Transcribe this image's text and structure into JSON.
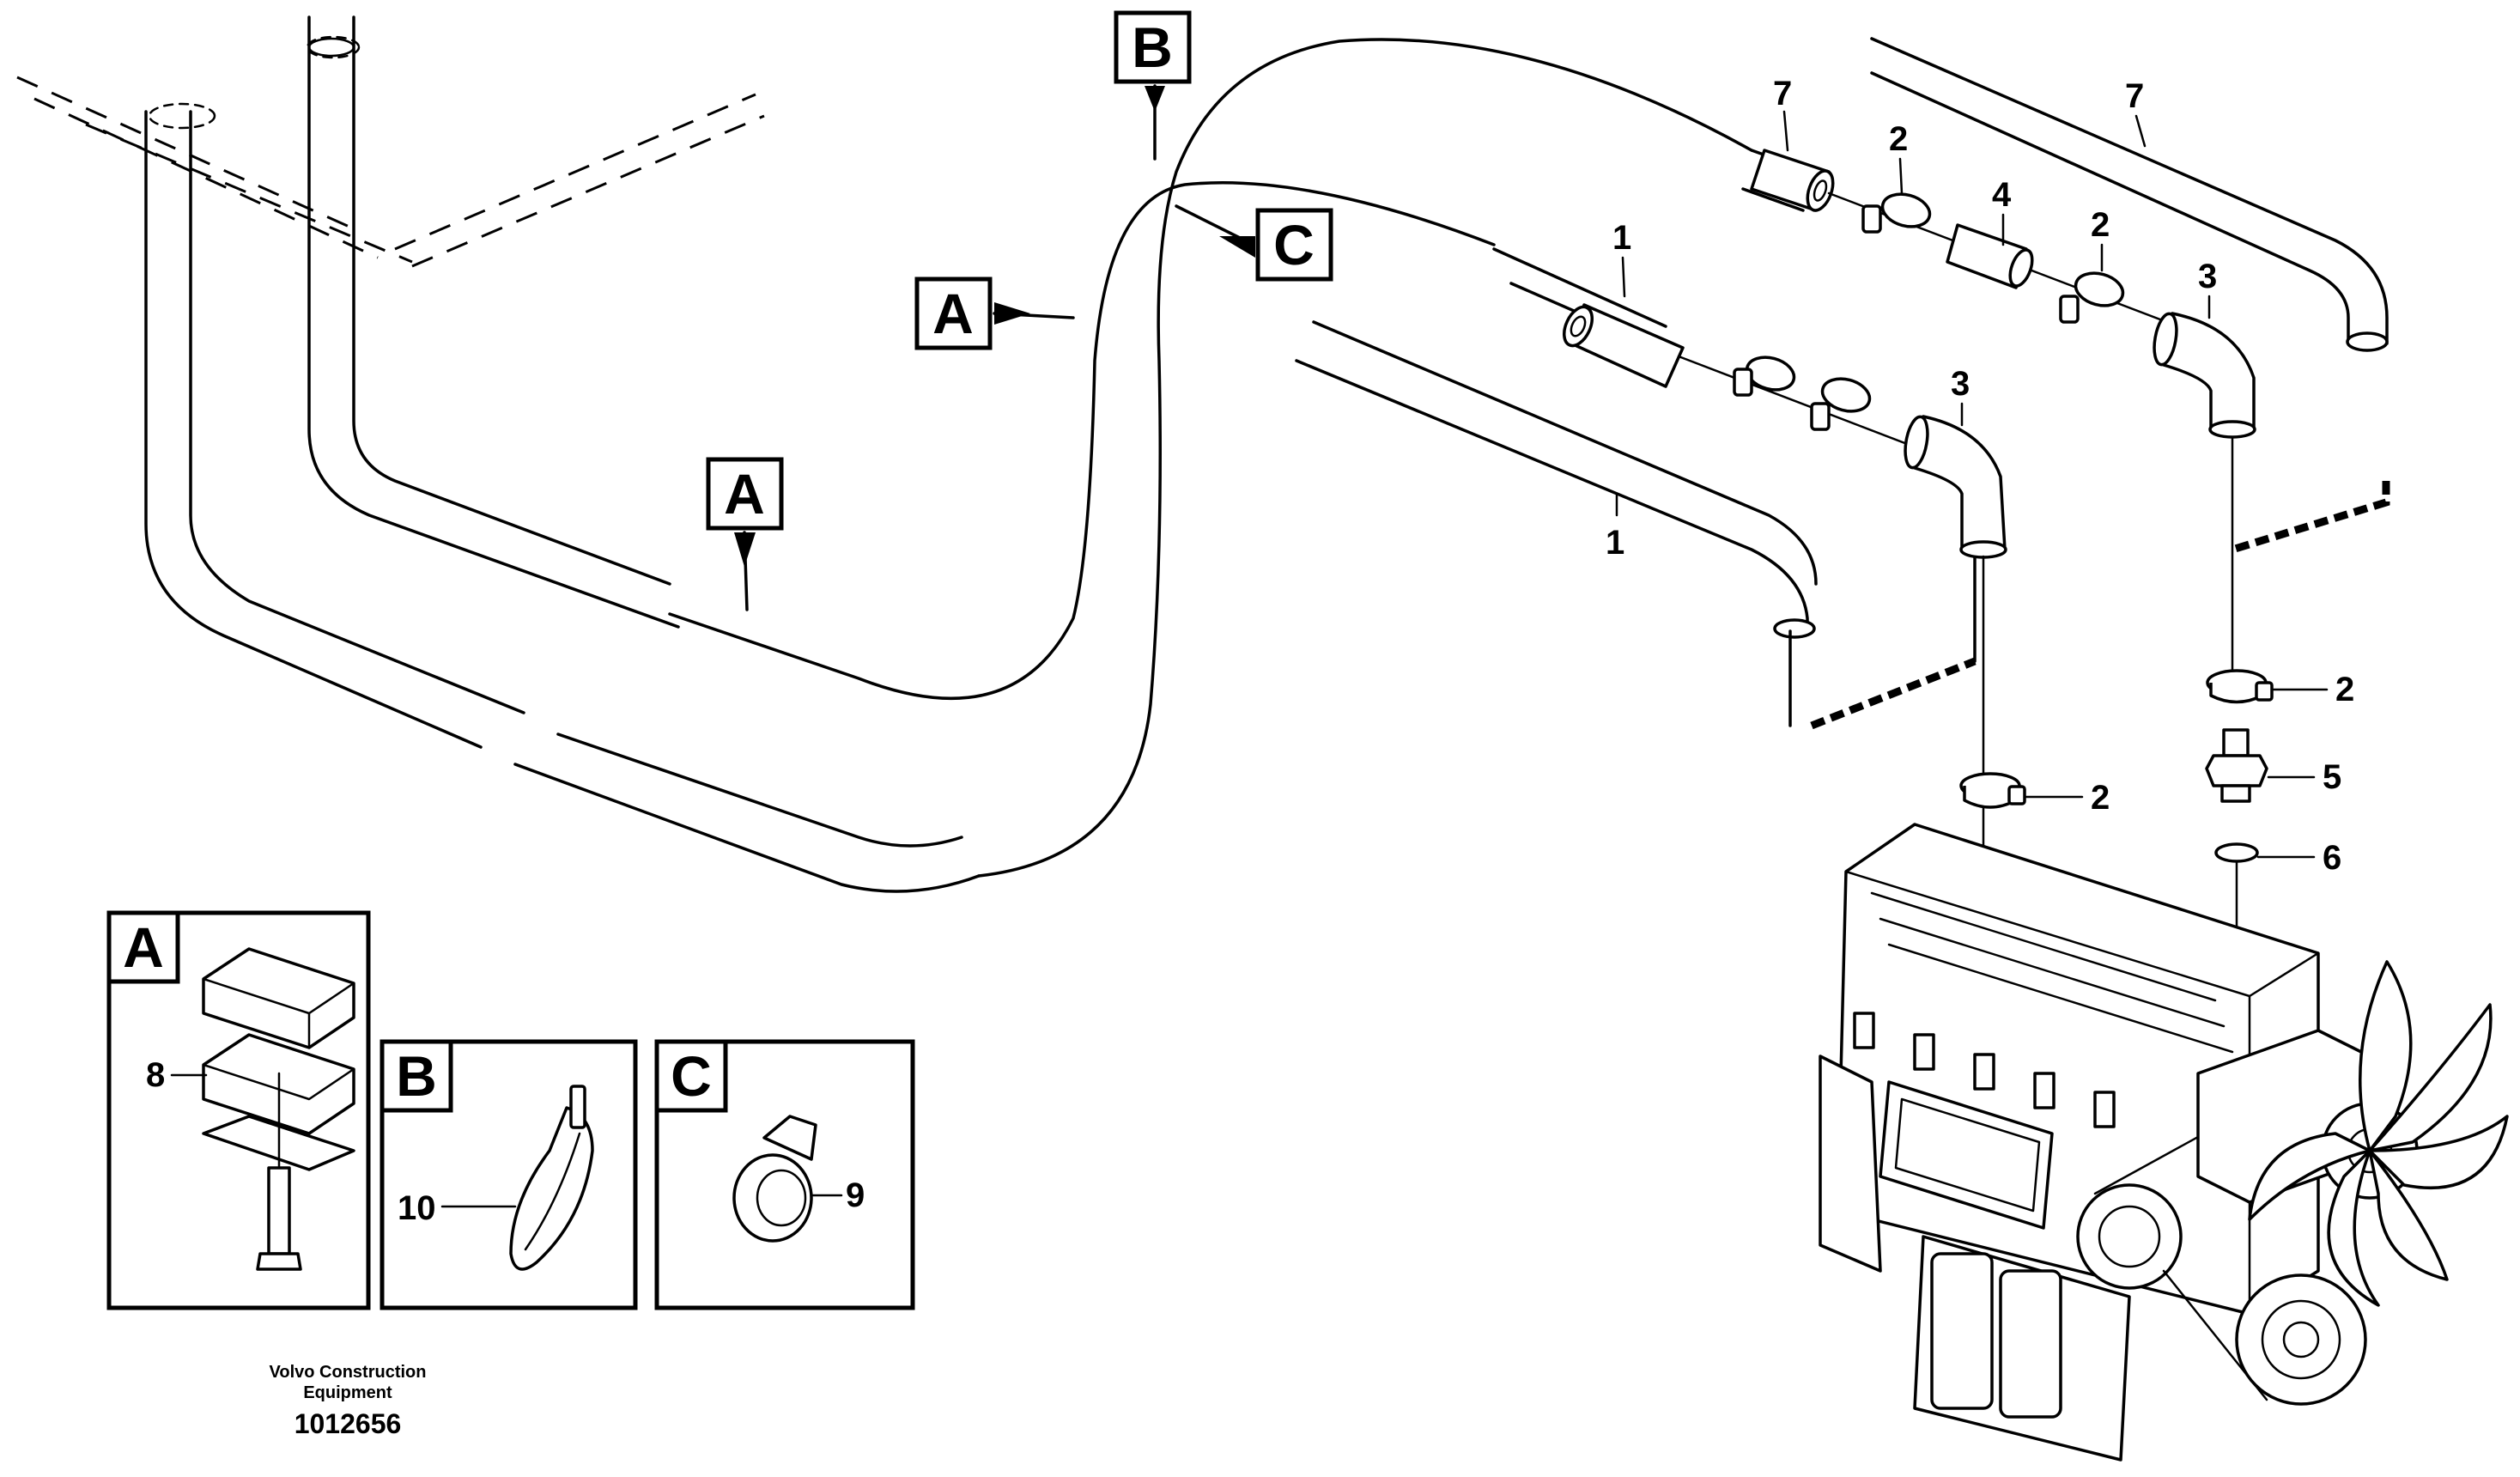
{
  "section_labels": {
    "a": "A",
    "b": "B",
    "c": "C"
  },
  "callouts": {
    "hose": "1",
    "clamp": "2",
    "elbow": "3",
    "connector": "4",
    "nipple": "5",
    "seal_ring": "6",
    "hose_upper": "7",
    "pipe_clamp": "8",
    "p_clip": "9",
    "cable_tie": "10"
  },
  "footer": {
    "company": "Volvo Construction\nEquipment",
    "drawing_number": "1012656"
  }
}
